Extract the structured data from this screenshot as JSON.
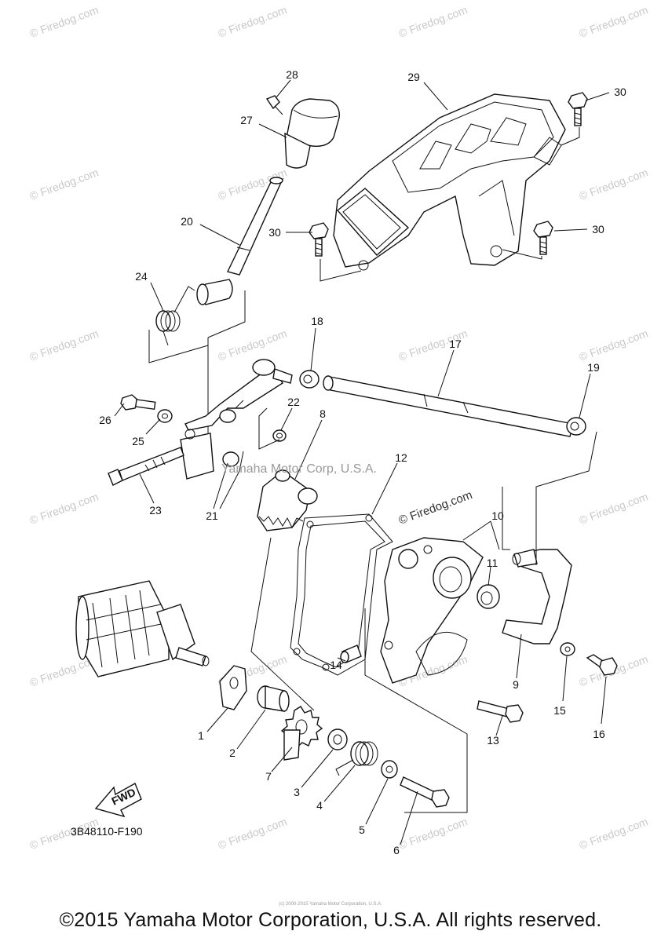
{
  "diagram": {
    "drawing_code": "3B48110-F190",
    "fwd_label": "FWD",
    "center_watermark": "Yamaha Motor Corp, U.S.A.",
    "site_watermark": "© Firedog.com",
    "part_numbers": [
      "1",
      "2",
      "3",
      "4",
      "5",
      "6",
      "7",
      "8",
      "9",
      "10",
      "11",
      "12",
      "13",
      "14",
      "15",
      "16",
      "17",
      "18",
      "19",
      "20",
      "21",
      "22",
      "23",
      "24",
      "25",
      "26",
      "27",
      "28",
      "29",
      "30",
      "30",
      "30"
    ]
  },
  "footer": {
    "micro_copyright": "(c) 2000-2015 Yamaha Motor Corporation, U.S.A.",
    "copyright": "©2015 Yamaha Motor Corporation, U.S.A. All rights reserved."
  }
}
